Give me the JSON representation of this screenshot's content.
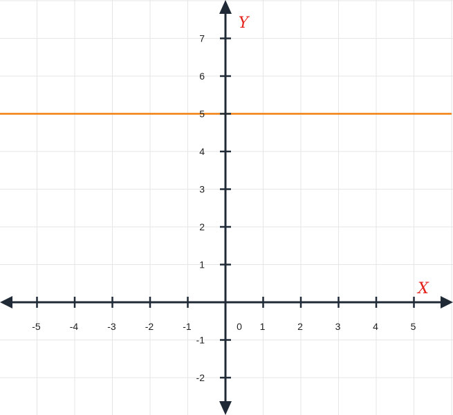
{
  "chart_data": {
    "type": "line",
    "xlabel": "X",
    "ylabel": "Y",
    "xlim": [
      -6,
      6
    ],
    "ylim": [
      -3,
      8
    ],
    "grid": true,
    "x_ticks": [
      "-5",
      "-4",
      "-3",
      "-2",
      "-1",
      "1",
      "2",
      "3",
      "4",
      "5"
    ],
    "y_ticks": [
      "7",
      "6",
      "5",
      "4",
      "3",
      "2",
      "1",
      "-1",
      "-2"
    ],
    "origin_label": "0",
    "series": [
      {
        "x": [
          -6,
          6
        ],
        "y": [
          5,
          5
        ],
        "color": "#f07f0f"
      }
    ],
    "colors": {
      "axis": "#1f2a36",
      "grid": "#e6e6e6",
      "axis_label": "#e3221b"
    }
  }
}
